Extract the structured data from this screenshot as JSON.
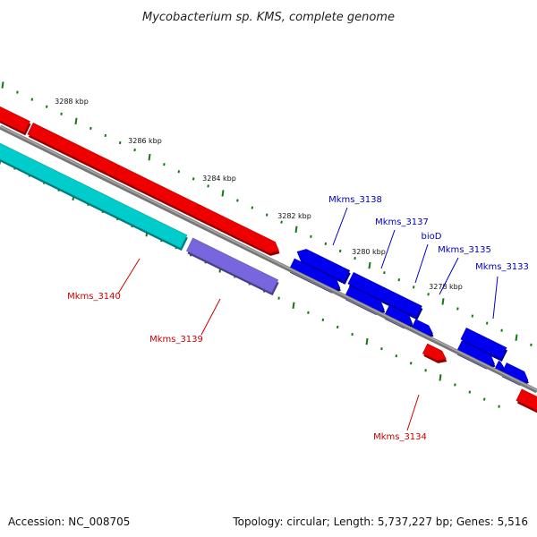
{
  "title": "Mycobacterium sp. KMS, complete genome",
  "footer": {
    "accession": "Accession: NC_008705",
    "summary": "Topology: circular; Length: 5,737,227 bp; Genes: 5,516"
  },
  "colors": {
    "forward_strand": "#ee0000",
    "reverse_strand": "#0000ee",
    "alt_track_1": "#00cccc",
    "alt_track_2": "#7766dd",
    "backbone": "#888888",
    "ticks": "#117711",
    "forward_label": "#cc0000",
    "reverse_label": "#0000bb"
  },
  "scale_labels": [
    "3288 kbp",
    "3286 kbp",
    "3284 kbp",
    "3282 kbp",
    "3280 kbp",
    "3278 kbp"
  ],
  "genes": [
    {
      "id": "Mkms_3140",
      "label": "Mkms_3140",
      "strand": "forward"
    },
    {
      "id": "Mkms_3139",
      "label": "Mkms_3139",
      "strand": "forward"
    },
    {
      "id": "Mkms_3138",
      "label": "Mkms_3138",
      "strand": "reverse"
    },
    {
      "id": "Mkms_3137",
      "label": "Mkms_3137",
      "strand": "reverse"
    },
    {
      "id": "bioD",
      "label": "bioD",
      "strand": "reverse"
    },
    {
      "id": "Mkms_3135",
      "label": "Mkms_3135",
      "strand": "reverse"
    },
    {
      "id": "Mkms_3134",
      "label": "Mkms_3134",
      "strand": "forward"
    },
    {
      "id": "Mkms_3133",
      "label": "Mkms_3133",
      "strand": "reverse"
    }
  ]
}
